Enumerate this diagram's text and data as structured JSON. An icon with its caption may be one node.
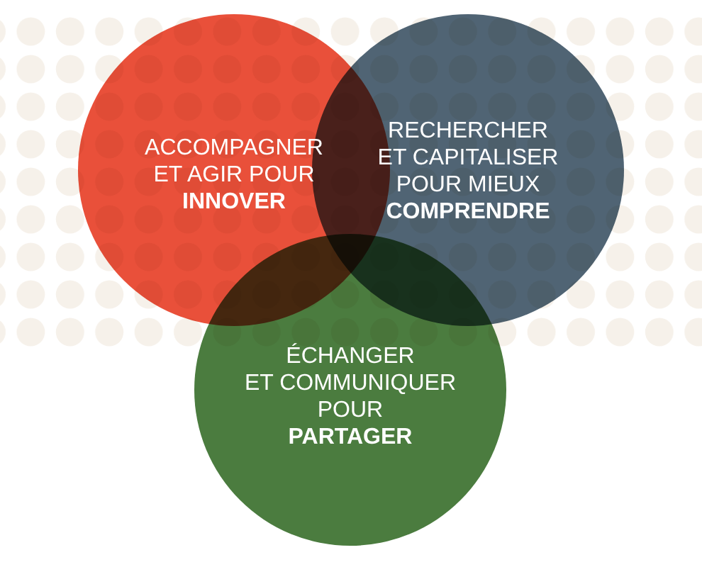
{
  "diagram": {
    "nodes": [
      {
        "text": [
          "ACCOMPAGNER ET AGIR POUR **INNOVER**"
        ]
      },
      {
        "text": [
          "RECHERCHER ET CAPITALISER POUR MIEUX **COMPRENDRE**"
        ]
      },
      {
        "text": [
          "ÉCHANGER ET COMMUNIQUER POUR **PARTAGER**"
        ]
      }
    ]
  }
}
